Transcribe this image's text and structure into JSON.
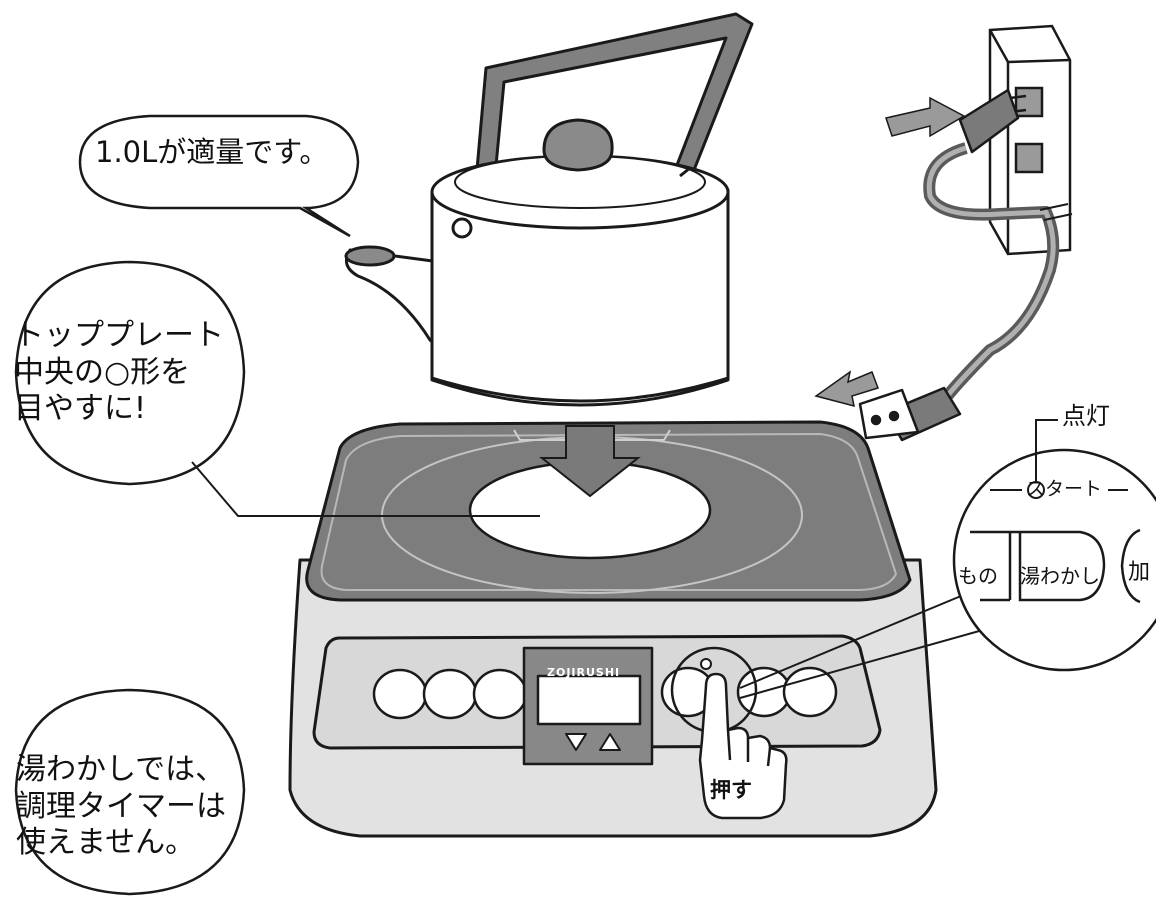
{
  "bubbles": {
    "top": "1.0Lが適量です。",
    "left": [
      "トッププレート",
      "中央の○形を",
      "目やすに!"
    ],
    "bottom": [
      "湯わかしでは、",
      "調理タイマーは",
      "使えません。"
    ]
  },
  "labels": {
    "tento": "点灯",
    "start": "スタート",
    "mono": "もの",
    "yuwakashi": "湯わかし",
    "ka": "加",
    "brand": "ZOJIRUSHI",
    "osu": "押す"
  },
  "icons": [
    "kettle-icon",
    "plug-icon",
    "outlet-icon",
    "cooktop-icon",
    "hand-pointer-icon",
    "down-arrow-icon",
    "magnifier-circle-icon"
  ],
  "colors": {
    "line": "#1a1a1a",
    "plate": "#777777",
    "panel": "#cfcfcf",
    "handle": "#7a7a7a",
    "white": "#ffffff"
  }
}
